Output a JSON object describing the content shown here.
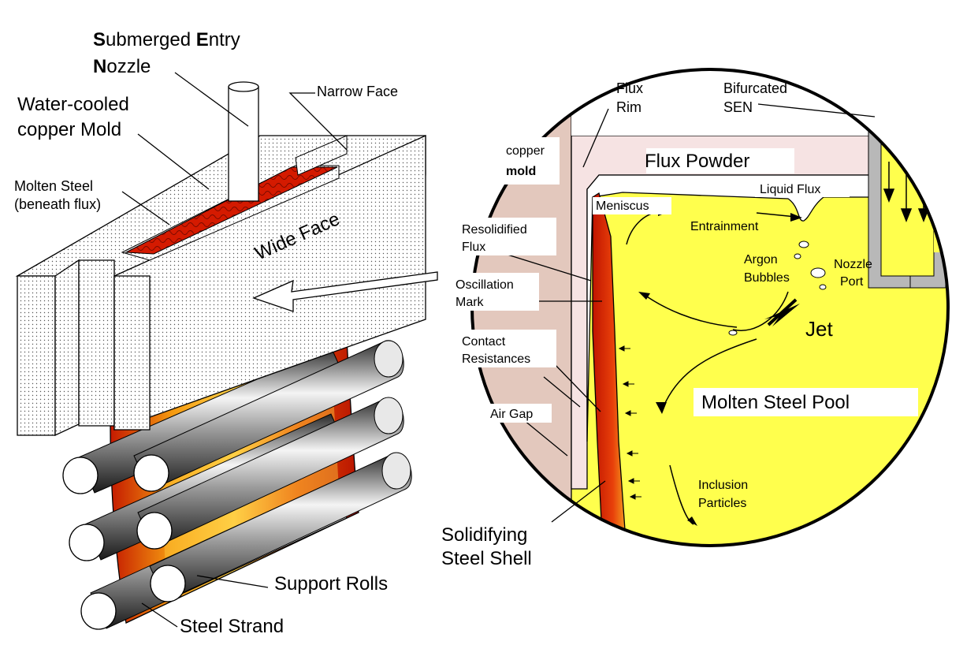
{
  "left_labels": {
    "sen_line1_b1": "S",
    "sen_line1_r1": "ubmerged ",
    "sen_line1_b2": "E",
    "sen_line1_r2": "ntry",
    "sen_line2_b": "N",
    "sen_line2_r": "ozzle",
    "mold_line1": "Water-cooled",
    "mold_line2": "copper Mold",
    "narrow_face": "Narrow Face",
    "molten_line1": "Molten Steel",
    "molten_line2": "(beneath flux)",
    "wide_face": "Wide Face",
    "support_rolls": "Support Rolls",
    "steel_strand": "Steel Strand"
  },
  "detail_labels": {
    "flux_rim_1": "Flux",
    "flux_rim_2": "Rim",
    "bifurcated_1": "Bifurcated",
    "bifurcated_2": "SEN",
    "copper_1": "copper",
    "copper_2": "mold",
    "flux_powder": "Flux Powder",
    "liquid_flux": "Liquid Flux",
    "meniscus": "Meniscus",
    "entrainment": "Entrainment",
    "resolidified_1": "Resolidified",
    "resolidified_2": "Flux",
    "argon_1": "Argon",
    "argon_2": "Bubbles",
    "nozzle_port_1": "Nozzle",
    "nozzle_port_2": "Port",
    "oscillation_1": "Oscillation",
    "oscillation_2": "Mark",
    "jet": "Jet",
    "contact_1": "Contact",
    "contact_2": "Resistances",
    "molten_pool": "Molten Steel Pool",
    "air_gap": "Air Gap",
    "inclusion_1": "Inclusion",
    "inclusion_2": "Particles",
    "shell_1": "Solidifying",
    "shell_2": "Steel Shell"
  },
  "colors": {
    "steel_pool": "#ffff4d",
    "copper_mold": "#e3c8bd",
    "flux_powder": "#f6e3e3",
    "molten_steel_red": "#d41a00",
    "nozzle_gray": "#b8b8b8"
  }
}
